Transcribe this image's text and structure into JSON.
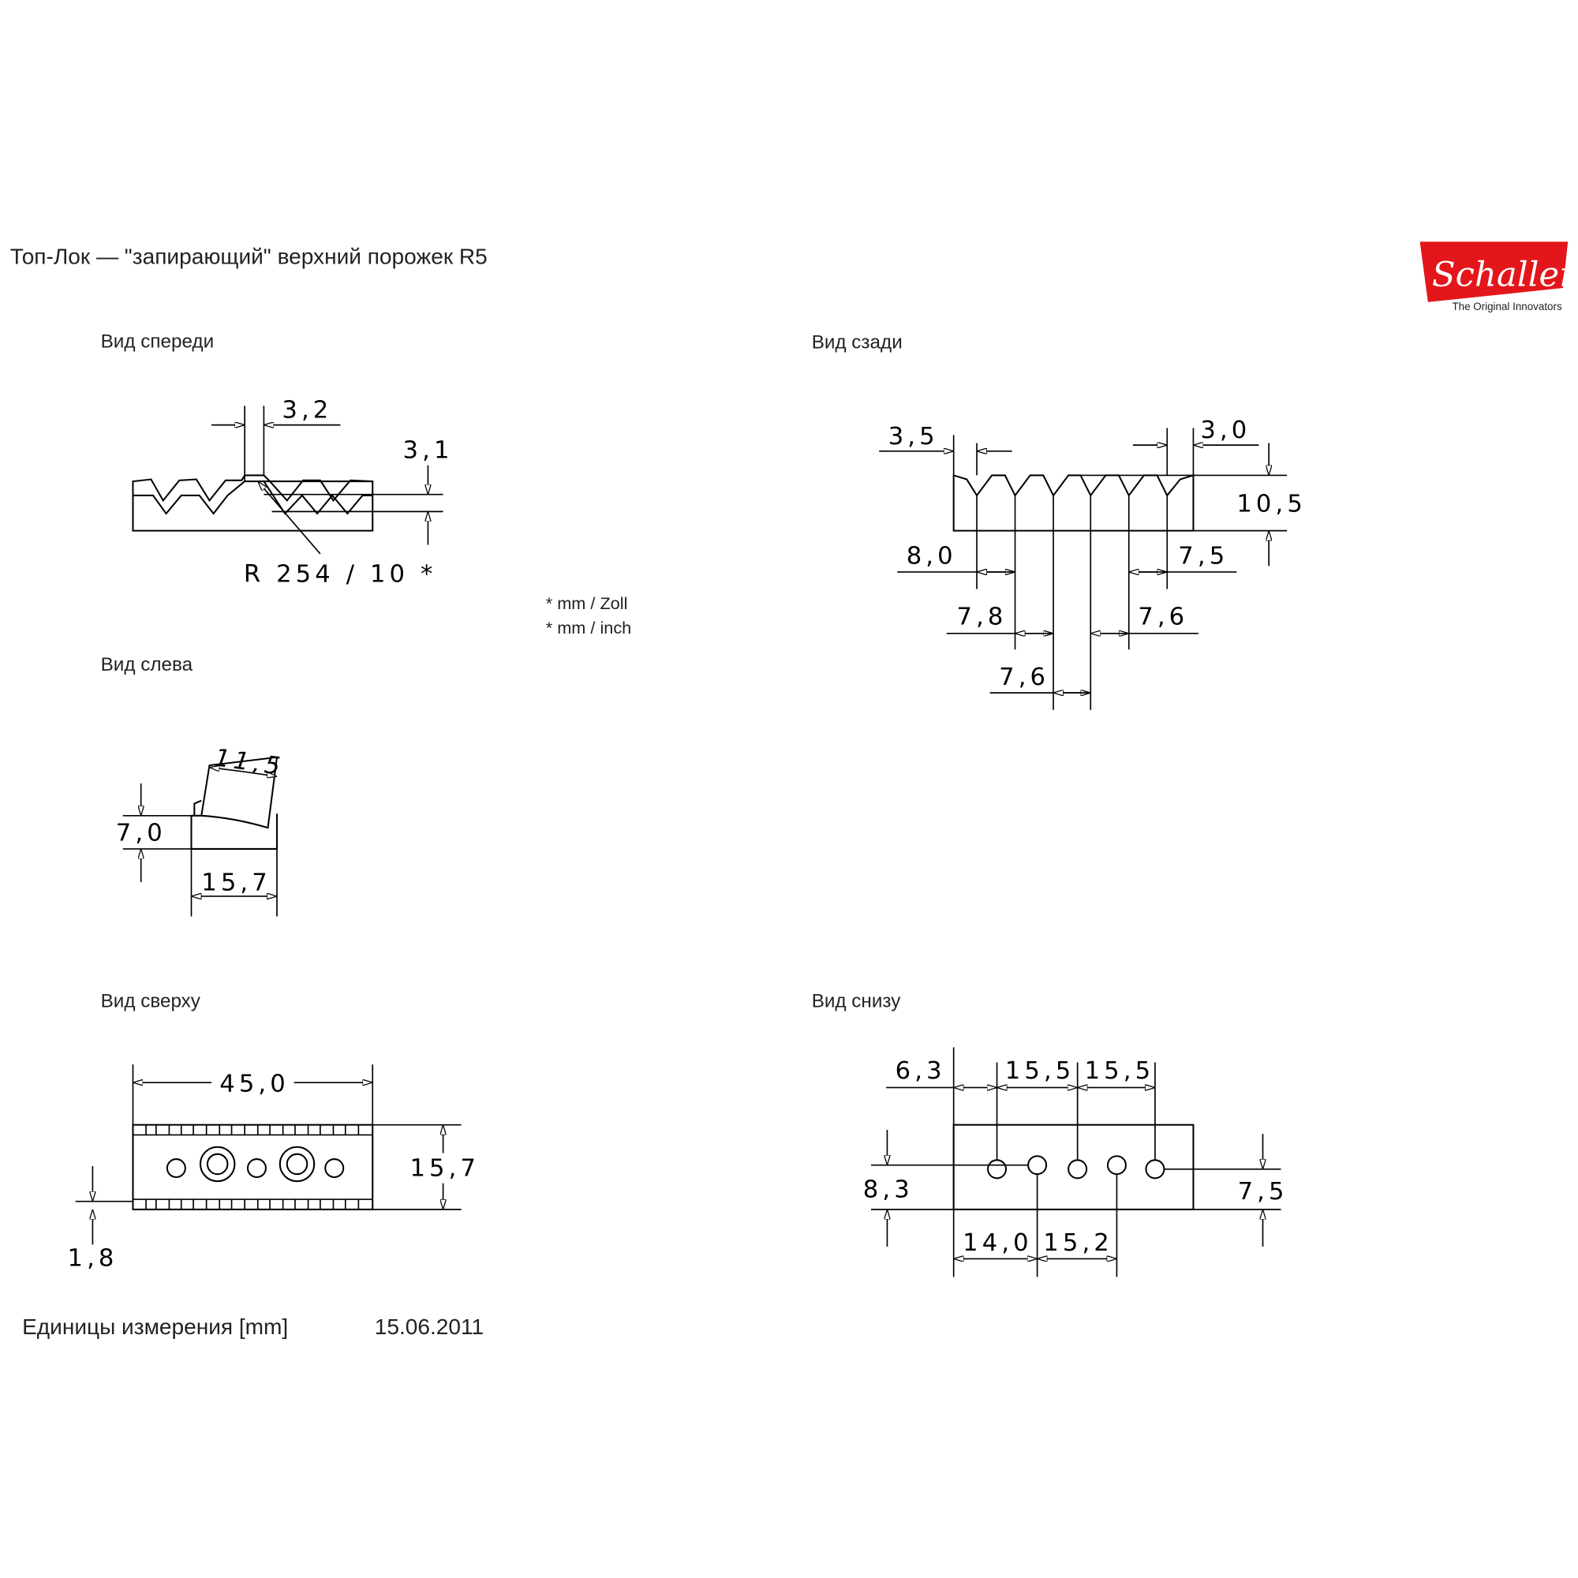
{
  "title": "Топ-Лок — \"запирающий\" верхний порожек R5",
  "logo": {
    "brand": "Schaller",
    "tagline": "The Original Innovators",
    "color": "#e3161b"
  },
  "views": {
    "front": {
      "label": "Вид спереди",
      "dim_width": "3,2",
      "dim_height": "3,1",
      "radius": "R 254 / 10 *"
    },
    "back": {
      "label": "Вид сзади",
      "dim_left": "3,5",
      "dim_right": "3,0",
      "dim_height": "10,5",
      "dim_a": "8,0",
      "dim_b": "7,5",
      "dim_c": "7,8",
      "dim_d": "7,6",
      "dim_e": "7,6"
    },
    "left": {
      "label": "Вид слева",
      "dim_top": "11,5",
      "dim_height": "7,0",
      "dim_width": "15,7"
    },
    "top": {
      "label": "Вид сверху",
      "dim_length": "45,0",
      "dim_depth": "15,7",
      "dim_offset": "1,8"
    },
    "bottom": {
      "label": "Вид снизу",
      "dim_a": "6,3",
      "dim_b": "15,5",
      "dim_c": "15,5",
      "dim_d": "14,0",
      "dim_e": "15,2",
      "dim_left": "8,3",
      "dim_right": "7,5"
    }
  },
  "notes": [
    "* mm / Zoll",
    "* mm / inch"
  ],
  "footer": {
    "units": "Единицы измерения [mm]",
    "date": "15.06.2011"
  }
}
